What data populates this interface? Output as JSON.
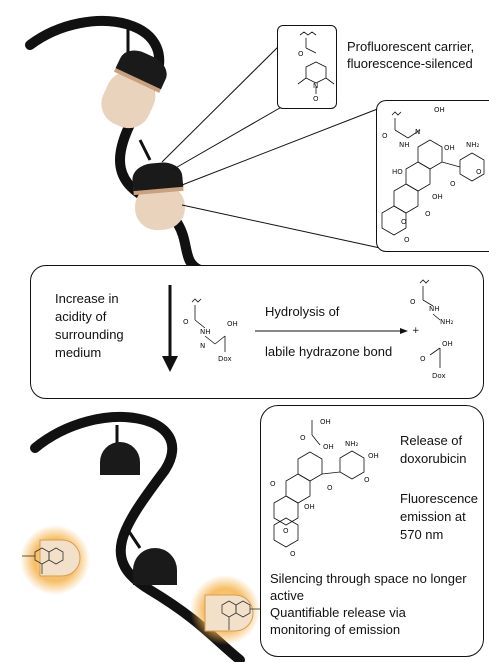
{
  "top": {
    "carrier_label_1": "Profluorescent carrier,",
    "carrier_label_2": "fluorescence-silenced",
    "nitroxide_atoms": {
      "o": "O",
      "n": "N",
      "o_radical": "O"
    },
    "dox_atoms": {
      "o1": "O",
      "nh": "NH",
      "n": "N",
      "oh1": "OH",
      "oh2": "OH",
      "nh2": "NH₂",
      "ho": "HO",
      "oh3": "OH",
      "o2": "O",
      "o3": "O",
      "o4": "O",
      "o5": "O",
      "ome": "O"
    }
  },
  "middle": {
    "arrow_text_1": "Increase in",
    "arrow_text_2": "acidity of",
    "arrow_text_3": "surrounding",
    "arrow_text_4": "medium",
    "reaction_above": "Hydrolysis of",
    "reaction_below": "labile hydrazone bond",
    "reactant": {
      "o": "O",
      "nh": "NH",
      "n": "N",
      "oh": "OH",
      "dox": "Dox"
    },
    "product_1": {
      "o": "O",
      "nh": "NH",
      "nh2": "NH₂"
    },
    "plus": "+",
    "product_2": {
      "o": "O",
      "oh": "OH",
      "dox": "Dox"
    }
  },
  "bottom": {
    "release_1": "Release of",
    "release_2": "doxorubicin",
    "fluor_1": "Fluorescence",
    "fluor_2": "emission at",
    "fluor_3": "570 nm",
    "silence_1": "Silencing through space no longer",
    "silence_2": "active",
    "quant_1": "Quantifiable release via",
    "quant_2": "monitoring of emission",
    "dox_atoms": {
      "oh1": "OH",
      "o1": "O",
      "oh2": "OH",
      "nh2": "NH₂",
      "oh3": "OH",
      "o2": "O",
      "oh4": "OH",
      "o3": "O",
      "o4": "O",
      "o5": "O",
      "o6": "O"
    }
  },
  "colors": {
    "capsule_dark": "#1a1a1a",
    "capsule_light": "#c9a17e",
    "glow": "#f4b24a",
    "line": "#111111"
  }
}
